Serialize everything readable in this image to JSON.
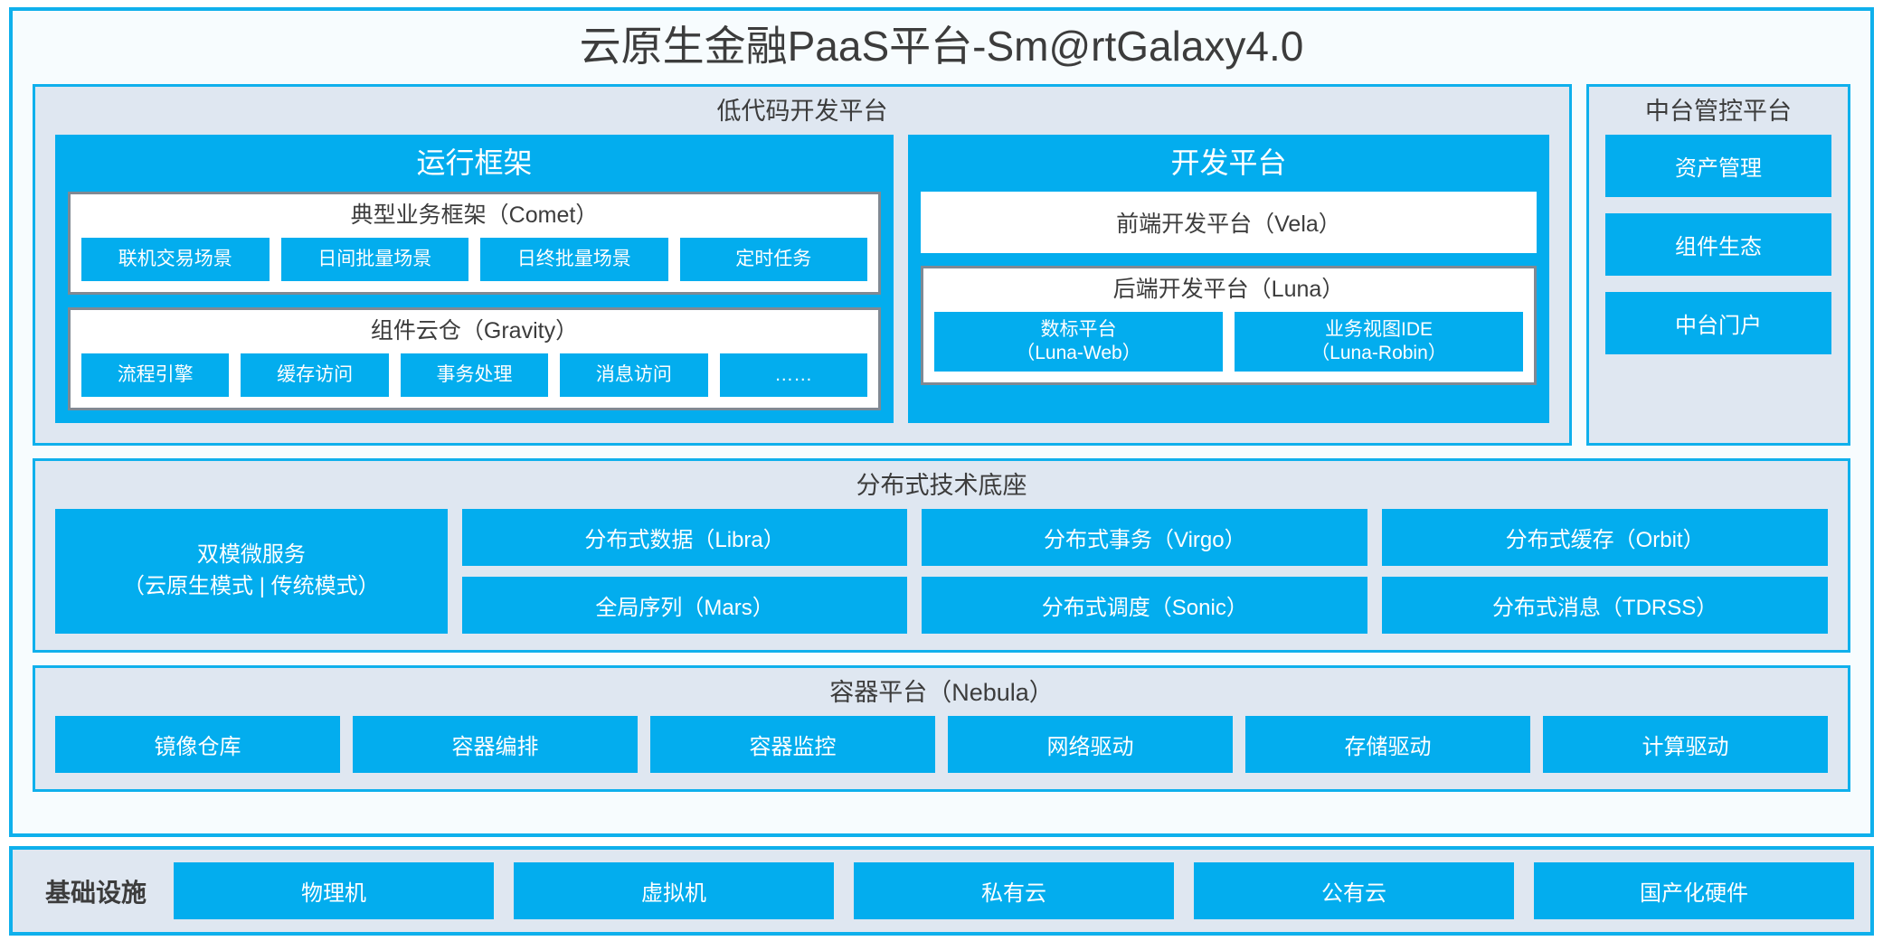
{
  "title": "云原生金融PaaS平台-Sm@rtGalaxy4.0",
  "colors": {
    "accent_blue": "#03ADEE",
    "frame_blue": "#0FB0EC",
    "panel_bg": "#DFE7F1",
    "card_border_gray": "#808993",
    "text_dark": "#3C3C3C",
    "page_bg": "#F7FCFE"
  },
  "lowcode": {
    "title": "低代码开发平台",
    "runtime": {
      "title": "运行框架",
      "comet": {
        "title": "典型业务框架（Comet）",
        "items": [
          "联机交易场景",
          "日间批量场景",
          "日终批量场景",
          "定时任务"
        ]
      },
      "gravity": {
        "title": "组件云仓（Gravity）",
        "items": [
          "流程引擎",
          "缓存访问",
          "事务处理",
          "消息访问",
          "……"
        ]
      }
    },
    "devplatform": {
      "title": "开发平台",
      "vela": "前端开发平台（Vela）",
      "luna": {
        "title": "后端开发平台（Luna）",
        "items": [
          {
            "name": "数标平台",
            "code": "（Luna-Web）"
          },
          {
            "name": "业务视图IDE",
            "code": "（Luna-Robin）"
          }
        ]
      }
    }
  },
  "midoffice": {
    "title": "中台管控平台",
    "items": [
      "资产管理",
      "组件生态",
      "中台门户"
    ]
  },
  "distributed": {
    "title": "分布式技术底座",
    "microservice": {
      "line1": "双模微服务",
      "line2": "（云原生模式 | 传统模式）"
    },
    "columns": [
      [
        "分布式数据（Libra）",
        "全局序列（Mars）"
      ],
      [
        "分布式事务（Virgo）",
        "分布式调度（Sonic）"
      ],
      [
        "分布式缓存（Orbit）",
        "分布式消息（TDRSS）"
      ]
    ]
  },
  "container": {
    "title": "容器平台（Nebula）",
    "items": [
      "镜像仓库",
      "容器编排",
      "容器监控",
      "网络驱动",
      "存储驱动",
      "计算驱动"
    ]
  },
  "infrastructure": {
    "label": "基础设施",
    "items": [
      "物理机",
      "虚拟机",
      "私有云",
      "公有云",
      "国产化硬件"
    ]
  }
}
